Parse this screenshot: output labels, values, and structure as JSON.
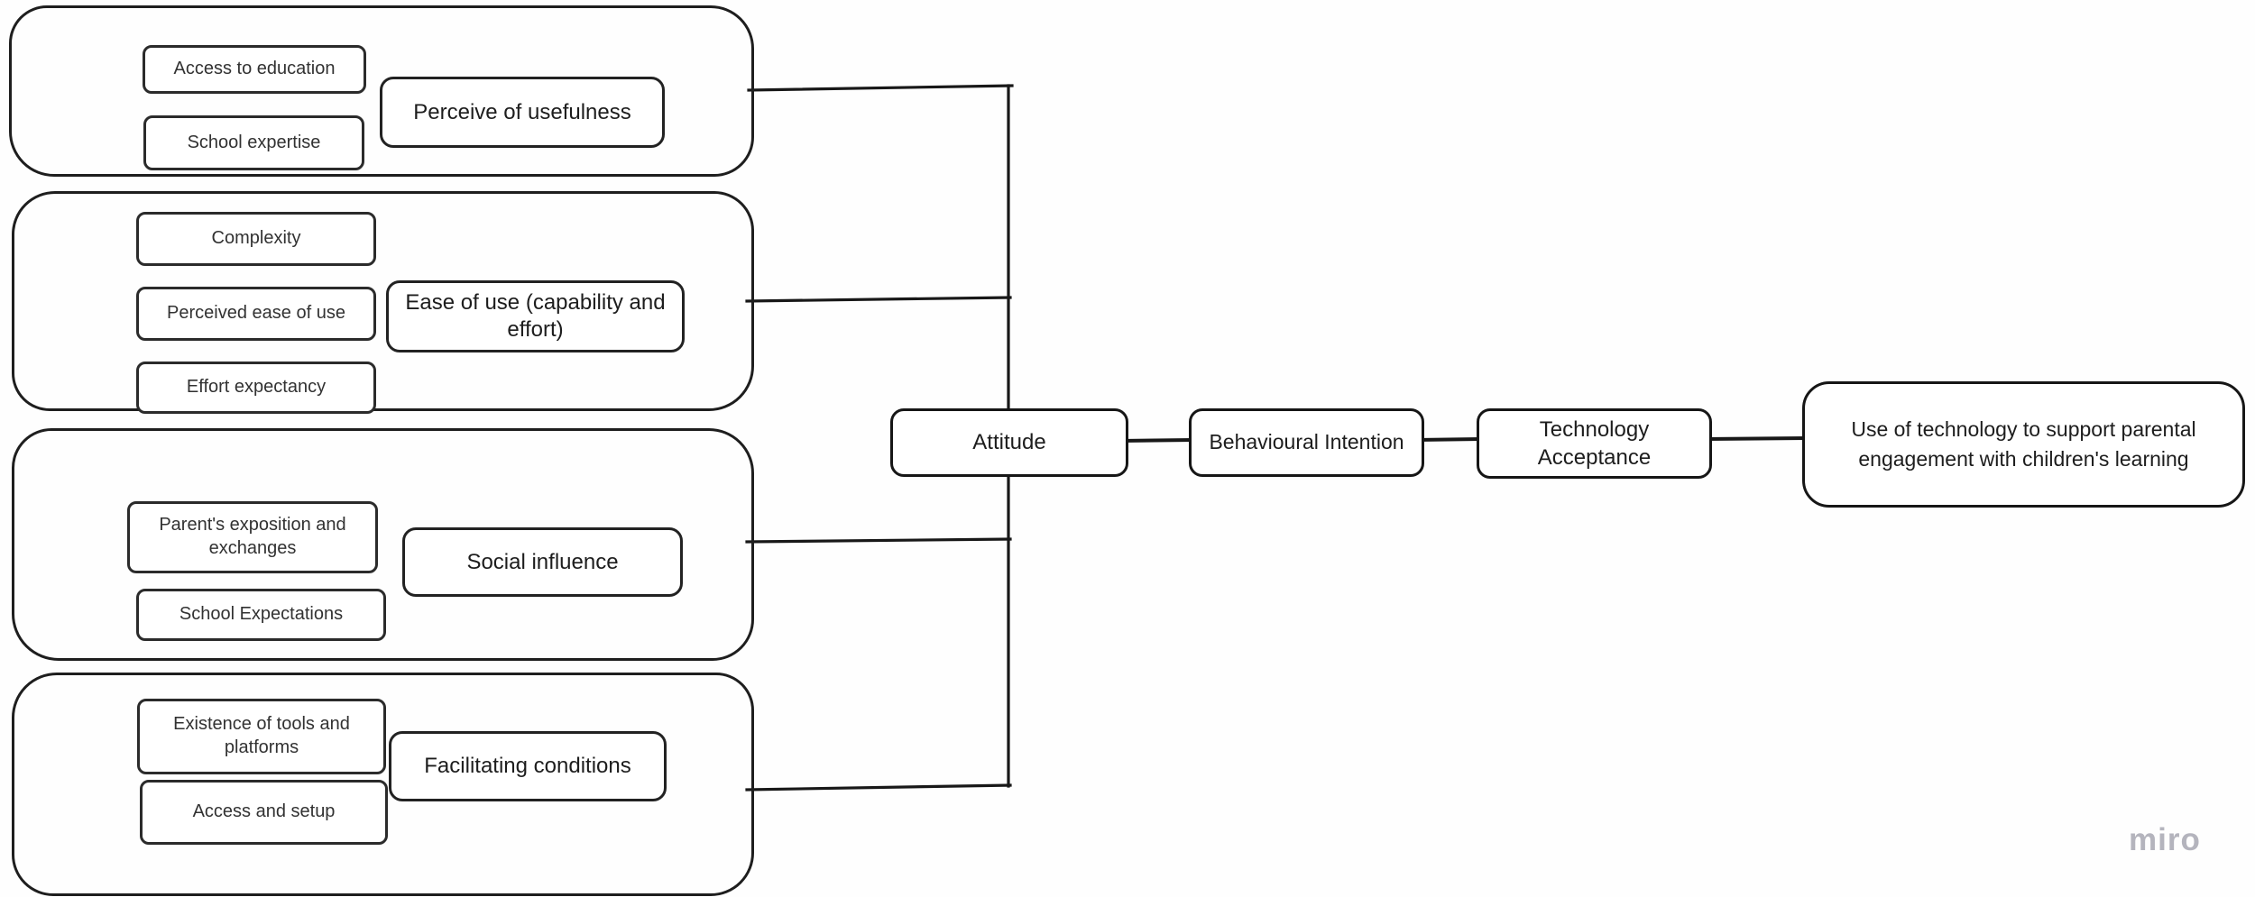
{
  "canvas": {
    "background": "#fefefe",
    "line_color": "#181818",
    "box_fill": "#ffffff",
    "text_color": "#1f1f1f"
  },
  "groups": [
    {
      "construct": "Perceive of usefulness",
      "factors": [
        "Access to education",
        "School expertise"
      ]
    },
    {
      "construct": "Ease of use (capability and\neffort)",
      "factors": [
        "Complexity",
        "Perceived ease of use",
        "Effort expectancy"
      ]
    },
    {
      "construct": "Social influence",
      "factors": [
        "Parent's exposition and\nexchanges",
        "School Expectations"
      ]
    },
    {
      "construct": "Facilitating conditions",
      "factors": [
        "Existence of tools and\nplatforms",
        "Access and setup"
      ]
    }
  ],
  "chain": [
    {
      "label": "Attitude"
    },
    {
      "label": "Behavioural Intention"
    },
    {
      "label": "Technology\nAcceptance"
    },
    {
      "label": "Use of technology to support parental\nengagement with children's learning"
    }
  ],
  "watermark": {
    "label": "miro",
    "color": "#b4b4bd"
  }
}
